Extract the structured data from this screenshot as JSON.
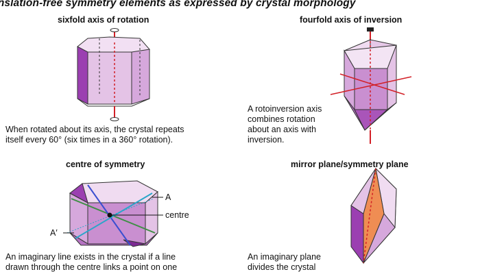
{
  "title": "ranslation-free symmetry elements as expressed by crystal morphology",
  "panels": {
    "sixfold": {
      "heading": "sixfold axis of rotation",
      "caption_line1": "When rotated about its axis, the crystal repeats",
      "caption_line2": "itself every 60° (six times in a 360° rotation)."
    },
    "fourfold": {
      "heading": "fourfold axis of inversion",
      "caption_line1": "A rotoinversion axis",
      "caption_line2": "combines rotation",
      "caption_line3": "about an axis with",
      "caption_line4": "inversion."
    },
    "centre": {
      "heading": "centre of symmetry",
      "label_a": "A",
      "label_centre": "centre",
      "label_a_prime": "A′",
      "caption_line1": "An imaginary line exists in the crystal if a line",
      "caption_line2": "drawn through the centre links a point on one"
    },
    "mirror": {
      "heading": "mirror plane/symmetry plane",
      "caption_line1": "An imaginary plane",
      "caption_line2": "divides the crystal"
    }
  },
  "colors": {
    "crystal_light": "#e9cdea",
    "crystal_mid": "#d6a8dc",
    "crystal_dark": "#9b3fb1",
    "axis_red": "#d21f26",
    "line_blue": "#3a4fd0",
    "line_green": "#3f8f45",
    "line_cyan": "#2aa6c9",
    "mirror_orange": "#f08a4b"
  }
}
